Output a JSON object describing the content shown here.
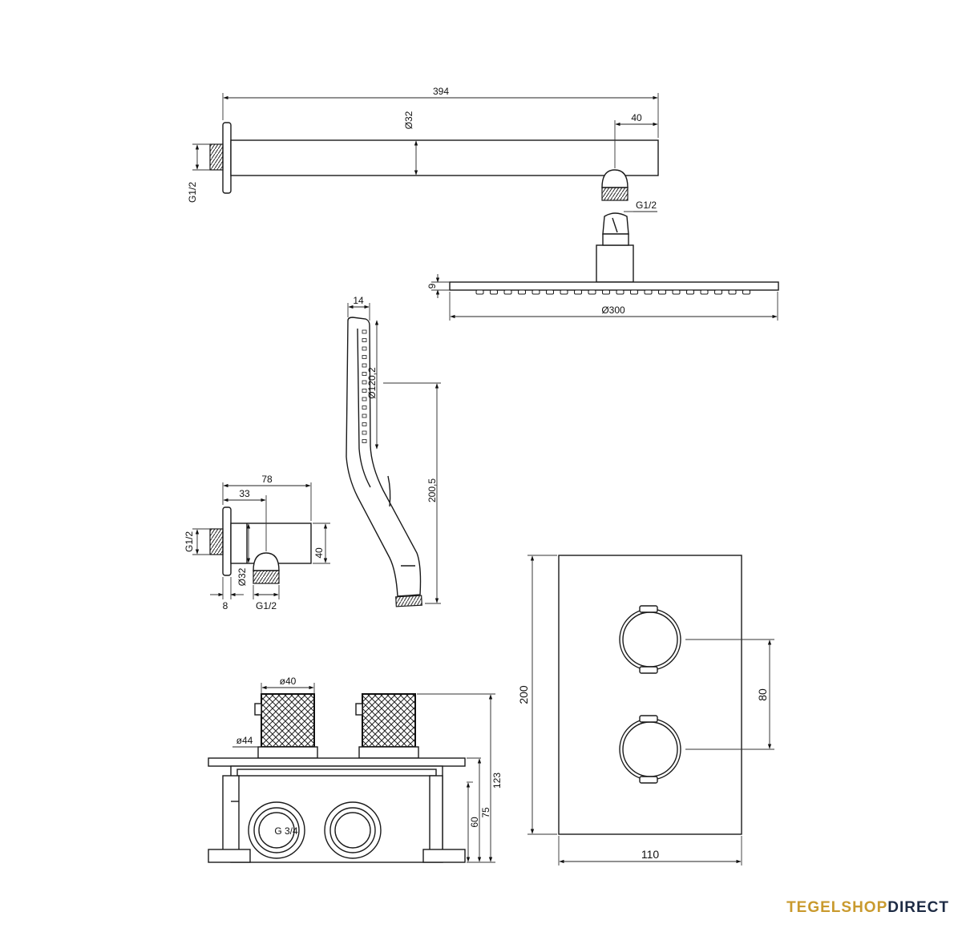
{
  "brand": {
    "part1": "TEGELSHOP",
    "part2": "DIRECT",
    "color1": "#c99a2e",
    "color2": "#1d2b44"
  },
  "dimensions": {
    "arm_length": "394",
    "arm_diameter": "Ø32",
    "arm_end_offset": "40",
    "arm_wall_thread": "G1/2",
    "head_thread": "G1/2",
    "head_thickness": "9",
    "head_diameter": "Ø300",
    "hand_width": "14",
    "hand_head_diameter": "Ø120,2",
    "hand_length": "200,5",
    "outlet_length": "78",
    "outlet_offset": "33",
    "outlet_wall_thread": "G1/2",
    "outlet_diameter": "Ø32",
    "outlet_height": "40",
    "outlet_flange": "8",
    "outlet_thread": "G1/2",
    "knob_diameter": "ø40",
    "rosette_diameter": "ø44",
    "box_thread": "G 3/4",
    "box_height_total": "123",
    "box_height_mid": "75",
    "box_height_low": "60",
    "plate_height": "200",
    "knob_spacing": "80",
    "plate_width": "110"
  }
}
